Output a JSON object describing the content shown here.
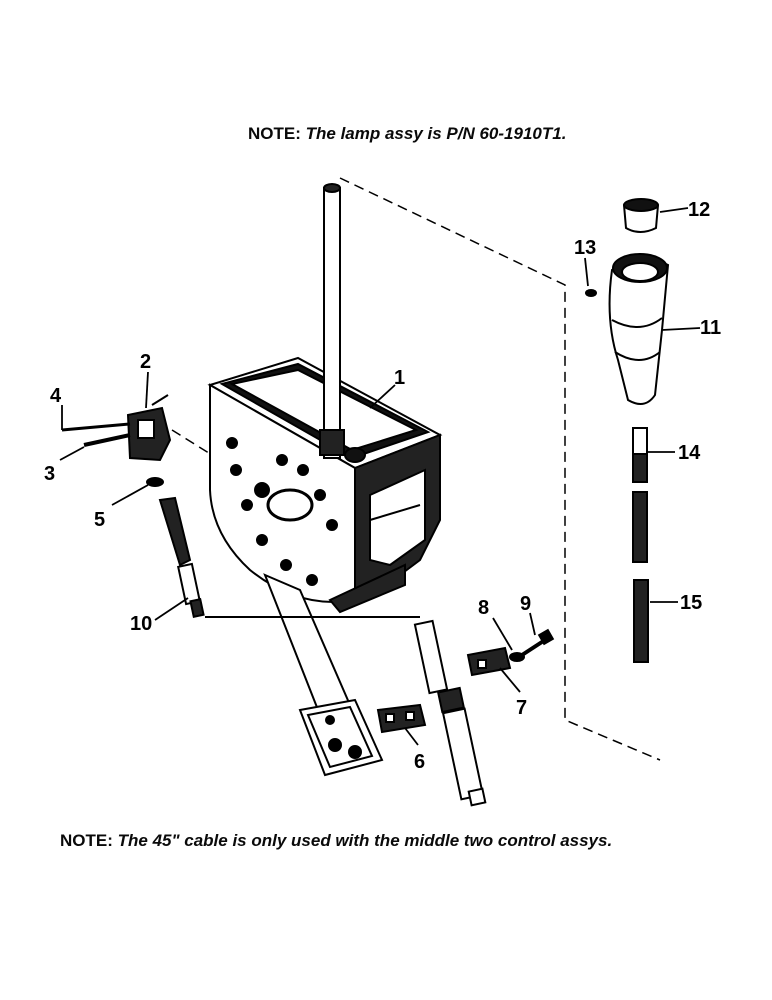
{
  "notes": {
    "top_label": "NOTE:",
    "top_text": "The lamp assy is P/N 60-1910T1.",
    "bottom_label": "NOTE:",
    "bottom_text": "The 45\" cable is only used with the middle two control assys."
  },
  "callouts": [
    "1",
    "2",
    "3",
    "4",
    "5",
    "6",
    "7",
    "8",
    "9",
    "10",
    "11",
    "12",
    "13",
    "14",
    "15"
  ],
  "colors": {
    "ink": "#000000",
    "paper": "#ffffff"
  }
}
